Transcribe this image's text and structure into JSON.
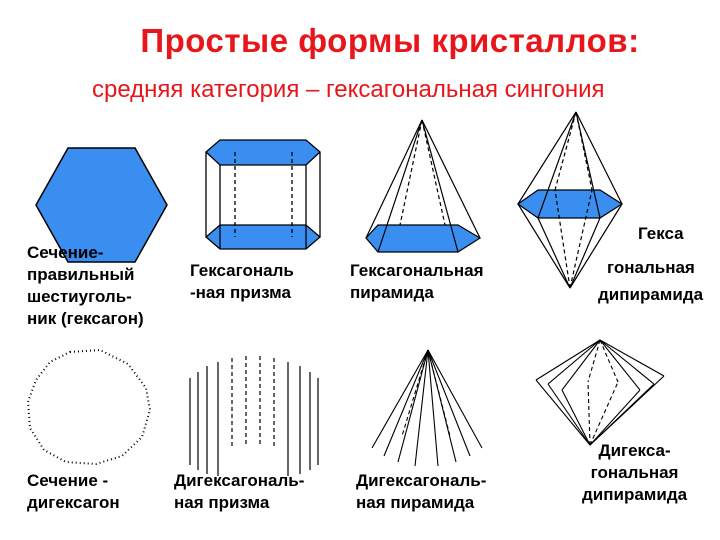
{
  "title": "Простые формы кристаллов:",
  "subtitle": "средняя категория – гексагональная сингония",
  "colors": {
    "title": "#e8161b",
    "fill": "#3a8ef0",
    "stroke": "#000000"
  },
  "labels": {
    "hexagon_section": "Сечение-\nправильный\nшестиуголь-\nник (гексагон)",
    "hex_prism": "Гексагональ\n-ная призма",
    "hex_pyramid": "Гексагональная\nпирамида",
    "hex_dipyramid_1": "Гекса",
    "hex_dipyramid_2": "гональная",
    "hex_dipyramid_3": "дипирамида",
    "dihexagon_section": "Сечение -\nдигексагон",
    "dihex_prism": "Дигексагональ-\nная призма",
    "dihex_pyramid": "Дигексагональ-\nная пирамида",
    "dihex_dipyramid": "Дигекса-\nгональная\nдипирамида"
  }
}
